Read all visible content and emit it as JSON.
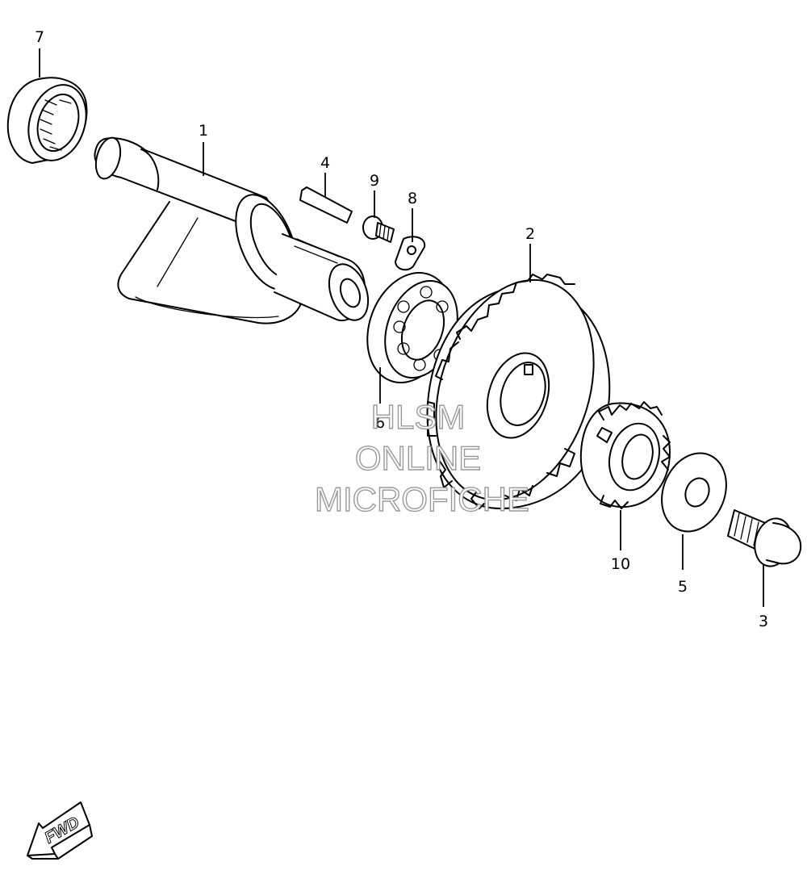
{
  "diagram": {
    "parts": [
      {
        "label": "1",
        "part": "balancer-shaft"
      },
      {
        "label": "2",
        "part": "balancer-driven-gear"
      },
      {
        "label": "3",
        "part": "flange-bolt"
      },
      {
        "label": "4",
        "part": "key"
      },
      {
        "label": "5",
        "part": "washer"
      },
      {
        "label": "6",
        "part": "ball-bearing"
      },
      {
        "label": "7",
        "part": "needle-bearing"
      },
      {
        "label": "8",
        "part": "lock-plate"
      },
      {
        "label": "9",
        "part": "screw"
      },
      {
        "label": "10",
        "part": "driven-sub-gear"
      }
    ],
    "watermark": {
      "line1": "HLSM",
      "line2": "ONLINE",
      "line3": "MICROFICHE"
    },
    "direction_indicator": {
      "text": "FWD"
    }
  },
  "colors": {
    "ink": "#000000",
    "background": "#ffffff",
    "watermark_outline": "#9a9a9a"
  }
}
